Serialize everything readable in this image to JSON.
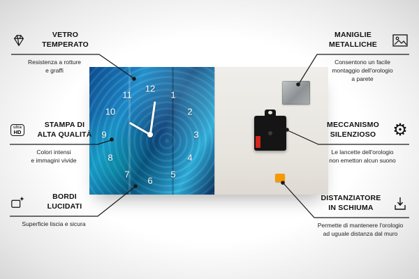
{
  "callouts": [
    {
      "side": "left",
      "icon": "diamond-icon",
      "title": "VETRO\nTEMPERATO",
      "subtitle": "Resistenza a rotture\ne graffi"
    },
    {
      "side": "left",
      "icon": "ultra-hd-icon",
      "icon_text_line1": "ultra",
      "icon_text_line2": "HD",
      "title": "STAMPA DI\nALTA QUALITÀ",
      "subtitle": "Colori intensi\ne immagini vivide"
    },
    {
      "side": "left",
      "icon": "polished-edge-icon",
      "title": "BORDI\nLUCIDATI",
      "subtitle": "Superficie liscia e sicura"
    },
    {
      "side": "right",
      "icon": "picture-frame-icon",
      "title": "MANIGLIE\nMETALLICHE",
      "subtitle": "Consentono un facile\nmontaggio dell'orologio\na parete"
    },
    {
      "side": "right",
      "icon": "gear-icon",
      "gear_glyph": "⚙",
      "title": "MECCANISMO\nSILENZIOSO",
      "subtitle": "Le lancette dell'orologio\nnon emetton alcun suono"
    },
    {
      "side": "right",
      "icon": "foam-spacer-icon",
      "title": "DISTANZIATORE\nIN SCHIUMA",
      "subtitle": "Permette di mantenere l'orologio\nad uguale distanza dal muro"
    }
  ],
  "product": {
    "clock_numbers": [
      "12",
      "1",
      "2",
      "3",
      "4",
      "5",
      "6",
      "7",
      "8",
      "9",
      "10",
      "11"
    ],
    "front_colors": {
      "base": "#0d4e93",
      "accent": "#2fb3e0",
      "dark": "#083060"
    },
    "back_color": "#e7e4de",
    "mechanism_color": "#151515",
    "battery_color": "#d3261c",
    "spacer_color": "#f59a00",
    "hanger_color": "#8d9194"
  }
}
